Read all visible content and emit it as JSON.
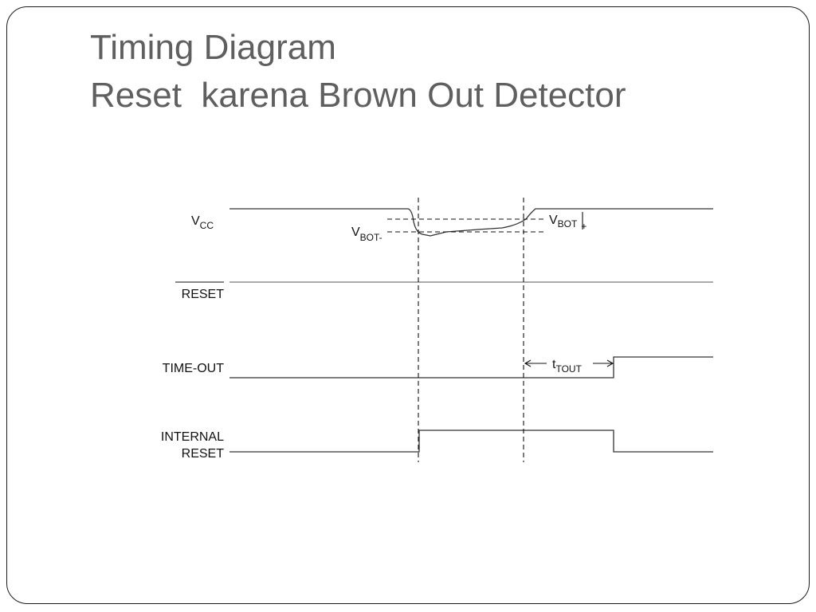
{
  "slide": {
    "title_line1": "Timing Diagram",
    "title_line2": "Reset  karena Brown Out Detector"
  },
  "diagram": {
    "signals": {
      "vcc": {
        "main": "V",
        "sub": "CC"
      },
      "reset": "RESET",
      "timeout": "TIME-OUT",
      "internal_reset_line1": "INTERNAL",
      "internal_reset_line2": "RESET"
    },
    "thresholds": {
      "vbot_minus": {
        "main": "V",
        "sub": "BOT-"
      },
      "vbot_plus": {
        "main": "V",
        "sub": "BOT",
        "suffix": "+"
      }
    },
    "timing": {
      "t_tout": {
        "main": "t",
        "sub": "TOUT"
      }
    },
    "colors": {
      "title": "#5f5f5f",
      "line": "#333333",
      "text": "#111111"
    }
  }
}
